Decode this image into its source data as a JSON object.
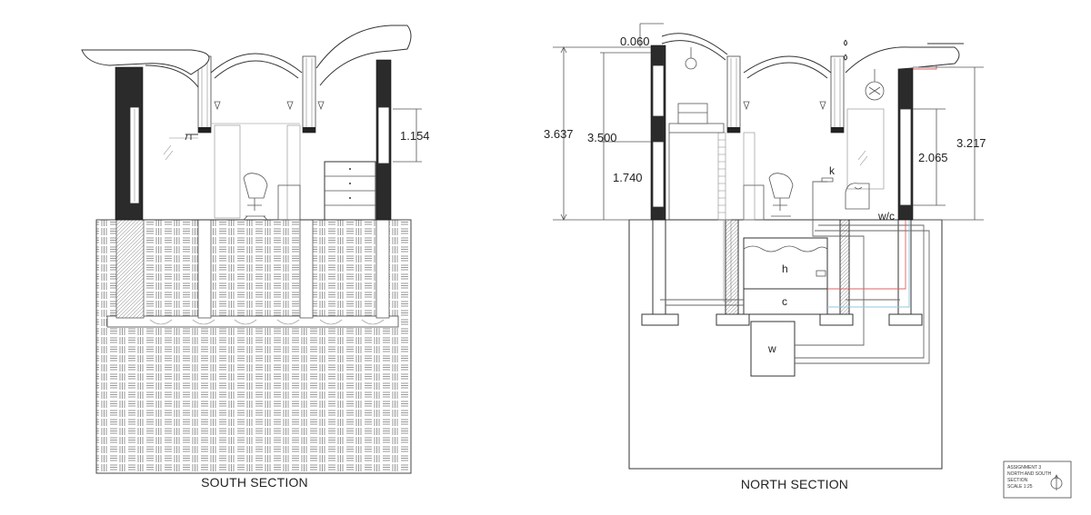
{
  "south": {
    "title": "SOUTH SECTION",
    "dim_opening": "1.154"
  },
  "north": {
    "title": "NORTH SECTION",
    "dim_top": "0.060",
    "dim_total": "3.637",
    "dim_inner": "3.500",
    "dim_window_sill": "1.740",
    "dim_right_total": "3.217",
    "dim_right_window": "2.065",
    "label_hot": "h",
    "label_cold": "c",
    "label_water": "w",
    "label_kitchen": "k",
    "label_wc": "w/c"
  },
  "title_block": {
    "line1": "ASSIGNMENT 3",
    "line2": "NORTH AND SOUTH",
    "line3": "SECTION",
    "line4": "SCALE 1:25"
  },
  "colors": {
    "hot_pipe": "#e06060",
    "cold_pipe": "#8ec8dc",
    "wall_fill": "#2b2b2b"
  }
}
